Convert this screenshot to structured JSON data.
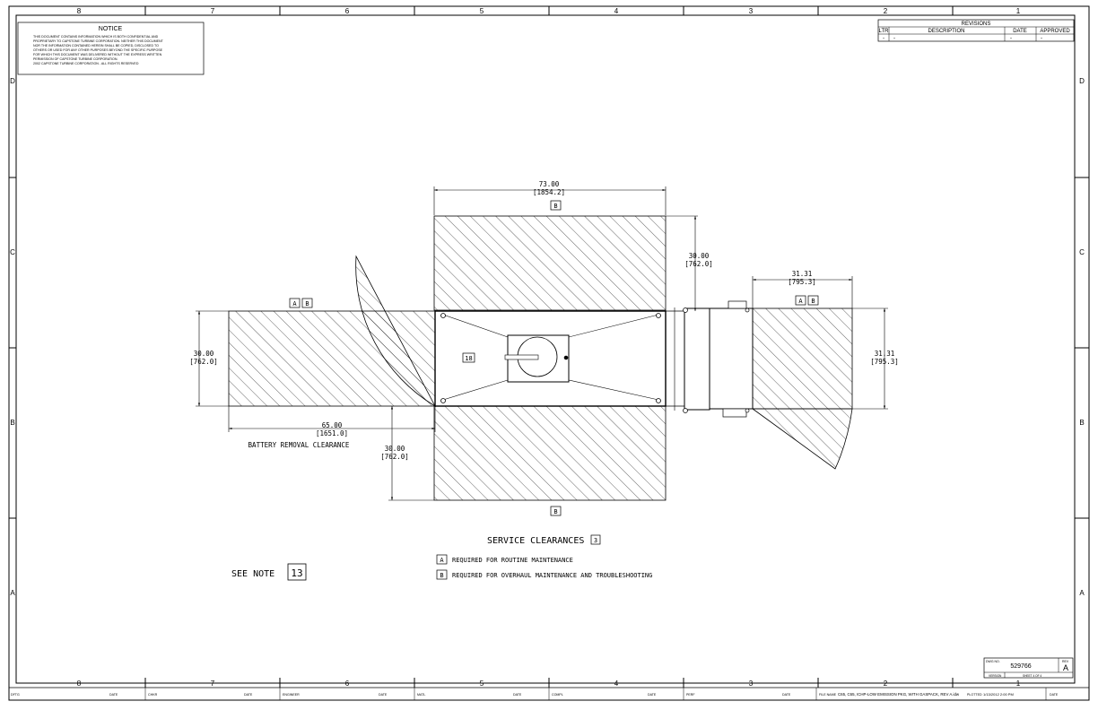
{
  "border": {
    "zones_top": [
      "8",
      "7",
      "6",
      "5",
      "4",
      "3",
      "2",
      "1"
    ],
    "zones_bottom": [
      "8",
      "7",
      "6",
      "5",
      "4",
      "3",
      "2",
      "1"
    ],
    "rows_left": [
      "D",
      "C",
      "B",
      "A"
    ],
    "rows_right": [
      "D",
      "C",
      "B",
      "A"
    ]
  },
  "notice": {
    "title": "NOTICE",
    "lines": [
      "THIS DOCUMENT CONTAINS INFORMATION WHICH IS BOTH CONFIDENTIAL AND",
      "PROPRIETARY TO CAPSTONE TURBINE CORPORATION. NEITHER THIS DOCUMENT",
      "NOR THE INFORMATION CONTAINED HEREIN SHALL BE COPIED, DISCLOSED TO",
      "OTHERS OR USED FOR ANY OTHER PURPOSES BEYOND THE SPECIFIC PURPOSE",
      "FOR WHICH THIS DOCUMENT WAS DELIVERED WITHOUT THE EXPRESS WRITTEN",
      "PERMISSION OF CAPSTONE TURBINE CORPORATION.",
      "2002 CAPSTONE TURBINE CORPORATION - ALL RIGHTS RESERVED"
    ]
  },
  "revisions": {
    "title": "REVISIONS",
    "headers": [
      "LTR",
      "DESCRIPTION",
      "DATE",
      "APPROVED"
    ],
    "row": [
      "-",
      "-",
      "-",
      "-"
    ]
  },
  "dims": {
    "top_width": "73.00",
    "top_width_mm": "[1854.2]",
    "right_height": "30.00",
    "right_height_mm": "[762.0]",
    "door_width": "31.31",
    "door_width_mm": "[795.3]",
    "door_height": "31.31",
    "door_height_mm": "[795.3]",
    "left_height": "30.00",
    "left_height_mm": "[762.0]",
    "battery_width": "65.00",
    "battery_width_mm": "[1651.0]",
    "bottom_height": "30.00",
    "bottom_height_mm": "[762.0]"
  },
  "labels": {
    "battery_removal": "BATTERY REMOVAL CLEARANCE",
    "ref_18": "18",
    "tag_a": "A",
    "tag_b": "B",
    "service_title": "SERVICE CLEARANCES",
    "service_note_num": "3",
    "legend_a": "REQUIRED FOR ROUTINE MAINTENANCE",
    "legend_b": "REQUIRED FOR OVERHAUL MAINTENANCE AND TROUBLESHOOTING",
    "see_note": "SEE NOTE",
    "see_note_num": "13"
  },
  "titleblock": {
    "dwg_no_label": "DWG NO.",
    "dwg_no": "529766",
    "rev_label": "REV",
    "rev": "A",
    "version_label": "VERSION",
    "sheet_label": "SHEET 4 OF 4"
  },
  "footer": {
    "cells": [
      "DFTG",
      "DATE",
      "CHKR",
      "DATE",
      "ENGINEER",
      "DATE",
      "MATL",
      "DATE",
      "COMPL",
      "DATE",
      "PERF",
      "DATE",
      "FILE NAME",
      "C65, C65, ICHP-LOW EMISSION PKG, WITH GASPACK, REV A.idw",
      "PLOTTED",
      "1/13/2012 2:00 PM",
      "DATE"
    ]
  }
}
